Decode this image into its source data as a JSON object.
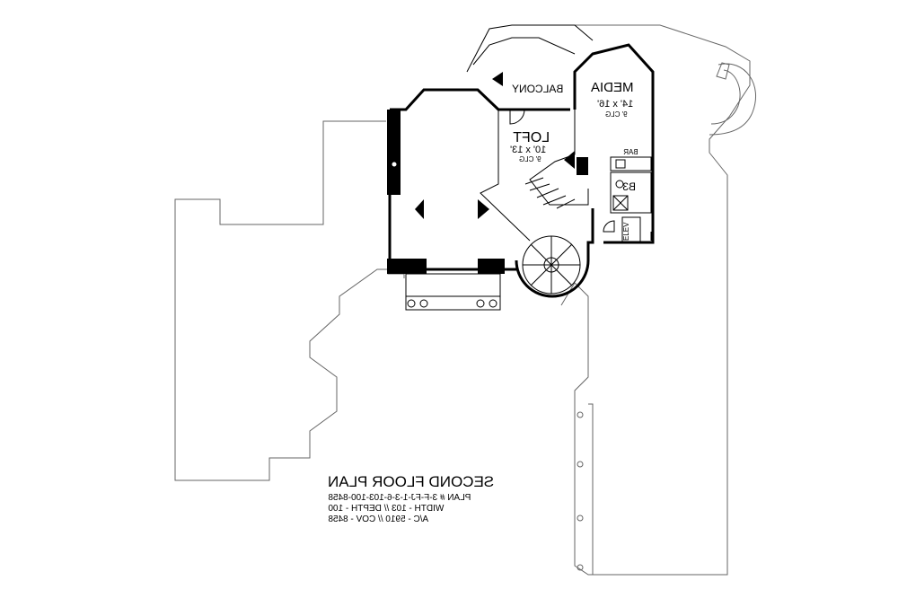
{
  "rooms": {
    "balcony": {
      "name": "BALCONY"
    },
    "media": {
      "name": "MEDIA",
      "size": "14' x 16'",
      "ceiling": "9' CLG"
    },
    "loft": {
      "name": "LOFT",
      "size": "10' x 13'",
      "ceiling": "9' CLG"
    },
    "bar": {
      "name": "BAR"
    },
    "bath": {
      "name": "B3"
    },
    "elevator": {
      "name": "ELEV"
    }
  },
  "title_block": {
    "title": "SECOND FLOOR PLAN",
    "plan_line": "PLAN # 3-F-FJ-1-3-6-103-100-8458",
    "dimensions_line": "WIDTH - 103 // DEPTH - 100",
    "area_line": "A/C - 5910 // COV - 8458"
  },
  "style": {
    "line_color": "#000000",
    "outline_color": "#666666",
    "background": "#ffffff"
  }
}
